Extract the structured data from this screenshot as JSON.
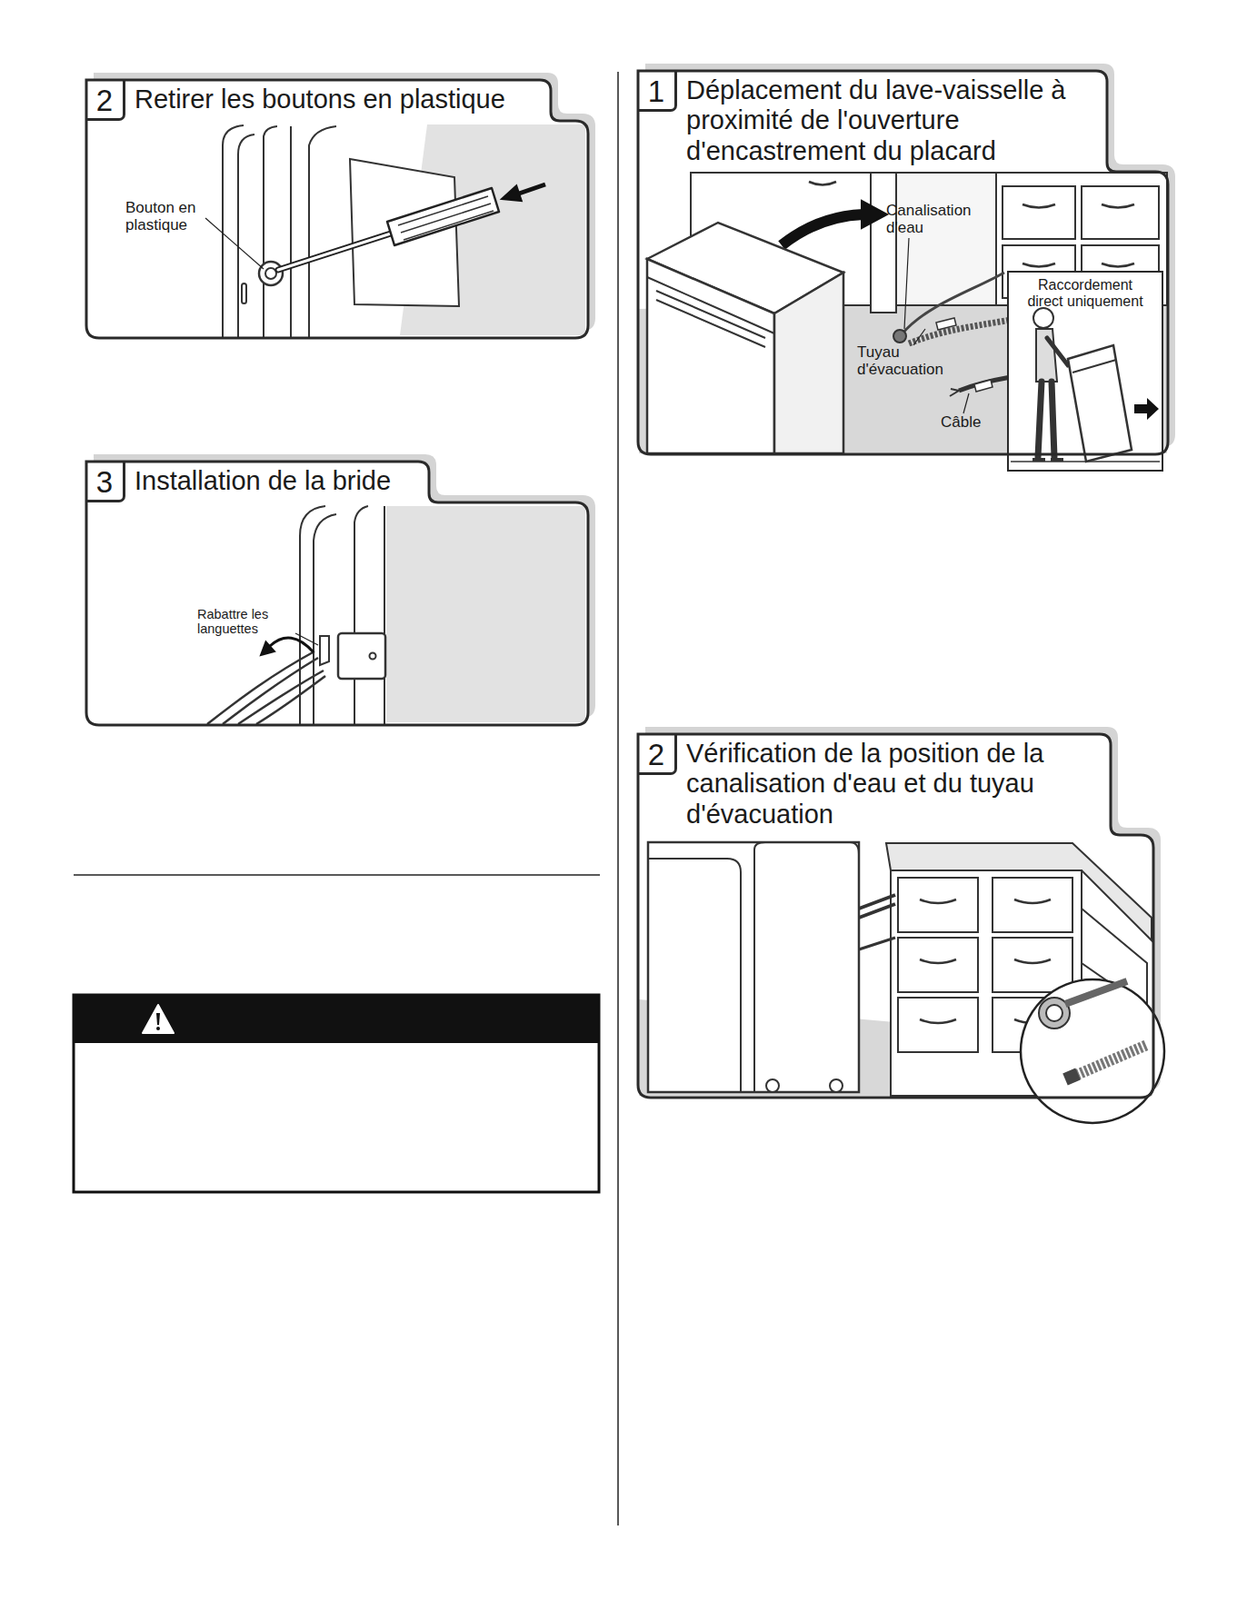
{
  "diagram": {
    "nodes": [
      {
        "text": [
          "2",
          "Retirer les boutons en plastique"
        ]
      },
      {
        "text": [
          "3",
          "Installation de la bride"
        ]
      },
      {
        "text": [
          "1",
          "Déplacement du lave-vaisselle à proximité de l'ouverture d'encastrement du placard"
        ]
      },
      {
        "text": [
          "Raccordement direct uniquement"
        ],
        "in": 2
      },
      {
        "text": [
          "2",
          "Vérification de la position de la canalisation d'eau et du tuyau d'évacuation"
        ]
      }
    ],
    "labels": [
      "Bouton en plastique",
      "Rabattre les languettes",
      "Canalisation d'eau",
      "Tuyau d'évacuation",
      "Câble"
    ]
  }
}
